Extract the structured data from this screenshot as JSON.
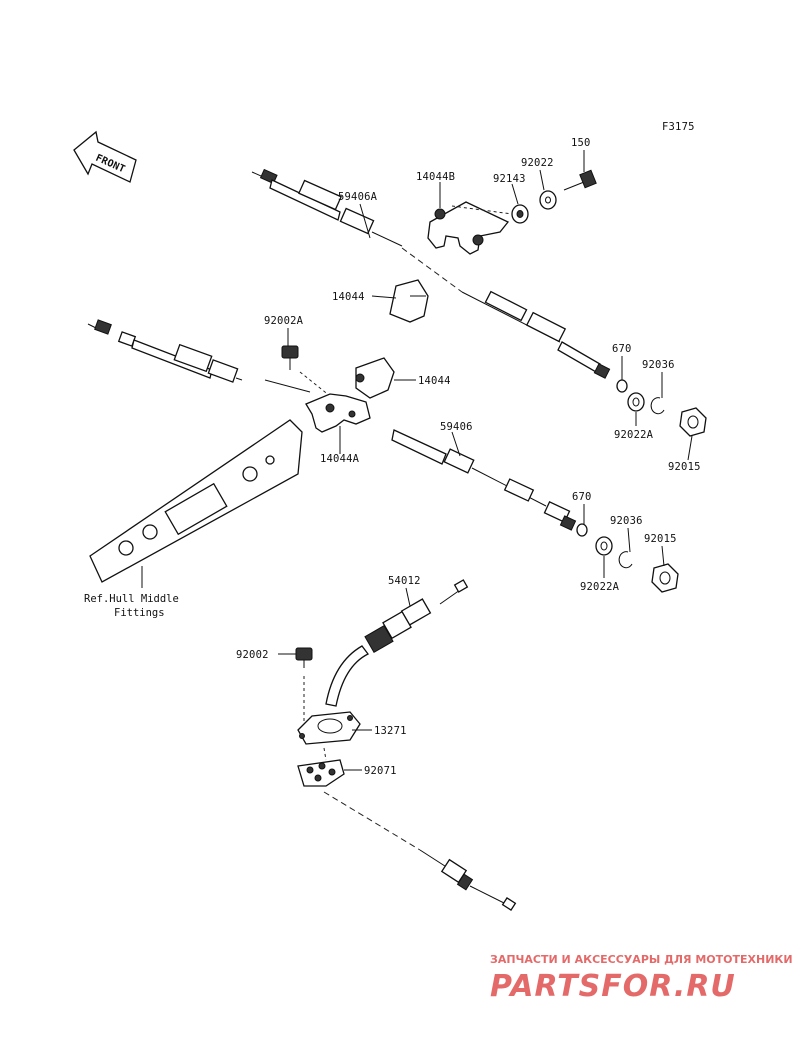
{
  "diagram_code": "F3175",
  "front_label": "FRONT",
  "labels": {
    "p150": "150",
    "p92022": "92022",
    "p92143": "92143",
    "p14044B": "14044B",
    "p59406A": "59406A",
    "p14044_top": "14044",
    "p92002A": "92002A",
    "p14044_mid": "14044",
    "p14044A": "14044A",
    "p59406": "59406",
    "p670_top": "670",
    "p92036_top": "92036",
    "p92022A_top": "92022A",
    "p92015_top": "92015",
    "p670_bot": "670",
    "p92036_bot": "92036",
    "p92015_bot": "92015",
    "p92022A_bot": "92022A",
    "p54012": "54012",
    "p92002": "92002",
    "p13271": "13271",
    "p92071": "92071"
  },
  "reference_note": {
    "line1": "Ref.Hull Middle",
    "line2": "Fittings"
  },
  "watermark": {
    "tagline": "ЗАПЧАСТИ И АКСЕССУАРЫ ДЛЯ МОТОТЕХНИКИ",
    "brand": "PARTSFOR.RU",
    "color": "#e46a6a"
  }
}
